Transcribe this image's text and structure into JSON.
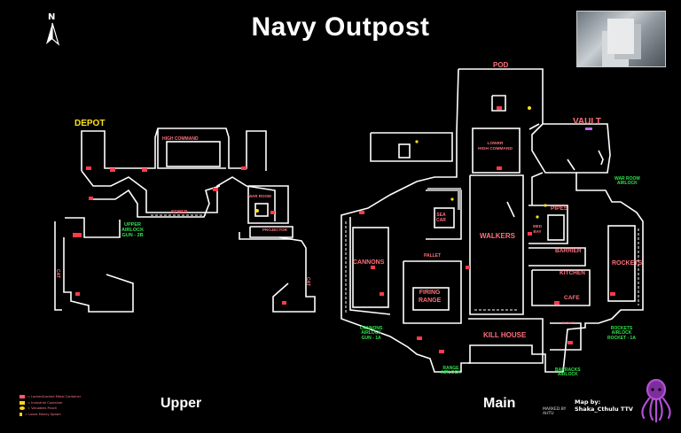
{
  "title": "Navy Outpost",
  "compass_label": "N",
  "levels": {
    "upper": "Upper",
    "main": "Main"
  },
  "upper_rooms": {
    "depot": "DEPOT",
    "high_command": "HIGH COMMAND",
    "war_room": "WAR ROOM",
    "sewer": "SEWER",
    "projector": "PROJECTOR",
    "cat_left": "CAT",
    "cat_right": "CAT",
    "upper_airlock": "UPPER\nAIRLOCK\nGUN - 2B"
  },
  "main_rooms": {
    "pod": "POD",
    "vault": "VAULT",
    "lower_high_command": "LOWER\nHIGH COMMAND",
    "war_room_airlock": "WAR ROOM\nAIRLOCK",
    "sea_car": "SEA\nCAR",
    "pipes": "PIPES",
    "med_bay": "MED\nBAY",
    "walkers": "WALKERS",
    "cannons": "CANNONS",
    "pallet": "PALLET",
    "barrier": "BARRIER",
    "rockets": "ROCKETS",
    "kitchen": "KITCHEN",
    "firing_range": "FIRING\nRANGE",
    "cafe": "CAFE",
    "kill_house": "KILL HOUSE",
    "bunks": "BUNKS",
    "cannons_airlock": "CANNONS\nAIRLOCK\nGUN - 1A",
    "rockets_airlock": "ROCKETS\nAIRLOCK\nROCKET - 1A",
    "range_airlock": "RANGE\nAIRLOCK",
    "barracks_airlock": "BARRACKS\nAIRLOCK"
  },
  "legend": [
    {
      "label": "= Locked/Locked Metal Container",
      "color": "#ff5a66"
    },
    {
      "label": "= Industrial Container",
      "color": "#ffd21a"
    },
    {
      "label": "= Valuables Pouch",
      "color": "#ffd21a"
    },
    {
      "label": "= Loose Money Spawn",
      "color": "#ffd21a"
    }
  ],
  "marked_by": "MARKED BY\nAHTU",
  "credit": "Map by:\nShaka_Cthulu TTV",
  "colors": {
    "walls": "#ffffff",
    "rooms": "#ff6f7a",
    "airlocks": "#2fe34a",
    "highlight": "#ffe11a",
    "vault": "#ff6f7a"
  }
}
